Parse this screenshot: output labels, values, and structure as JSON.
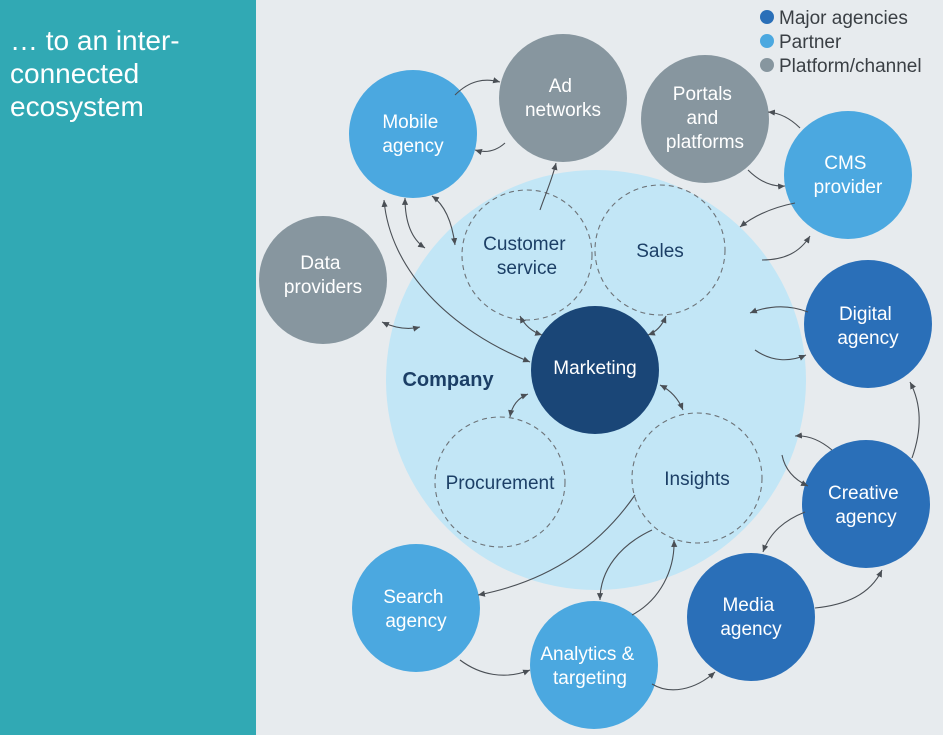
{
  "panel": {
    "title": "… to an inter-\nconnected\necosystem"
  },
  "legend": [
    {
      "label": "Major agencies",
      "color": "#2a6fb8"
    },
    {
      "label": "Partner",
      "color": "#4ba8e0"
    },
    {
      "label": "Platform/channel",
      "color": "#87969f"
    }
  ],
  "company": {
    "label": "Company",
    "fill": "#c2e6f6",
    "center_label": "Marketing",
    "center_fill": "#1a4677",
    "functions": [
      {
        "id": "customer-service",
        "lines": [
          "Customer",
          "service"
        ]
      },
      {
        "id": "sales",
        "lines": [
          "Sales"
        ]
      },
      {
        "id": "procurement",
        "lines": [
          "Procurement"
        ]
      },
      {
        "id": "insights",
        "lines": [
          "Insights"
        ]
      }
    ]
  },
  "outer_nodes": [
    {
      "id": "ad-networks",
      "lines": [
        "Ad",
        "networks"
      ],
      "type": "platform"
    },
    {
      "id": "portals-and-platforms",
      "lines": [
        "Portals",
        "and",
        "platforms"
      ],
      "type": "platform"
    },
    {
      "id": "mobile-agency",
      "lines": [
        "Mobile",
        "agency"
      ],
      "type": "partner"
    },
    {
      "id": "cms-provider",
      "lines": [
        "CMS",
        "provider"
      ],
      "type": "partner"
    },
    {
      "id": "data-providers",
      "lines": [
        "Data",
        "providers"
      ],
      "type": "platform"
    },
    {
      "id": "digital-agency",
      "lines": [
        "Digital",
        "agency"
      ],
      "type": "major"
    },
    {
      "id": "creative-agency",
      "lines": [
        "Creative",
        "agency"
      ],
      "type": "major"
    },
    {
      "id": "search-agency",
      "lines": [
        "Search",
        "agency"
      ],
      "type": "partner"
    },
    {
      "id": "media-agency",
      "lines": [
        "Media",
        "agency"
      ],
      "type": "major"
    },
    {
      "id": "analytics-targeting",
      "lines": [
        "Analytics &",
        "targeting"
      ],
      "type": "partner"
    }
  ],
  "colors": {
    "major": "#2a6fb8",
    "partner": "#4ba8e0",
    "platform": "#87969f",
    "panel": "#31a9b4",
    "function_text": "#1c3f66",
    "company_text": "#1c3f66"
  }
}
